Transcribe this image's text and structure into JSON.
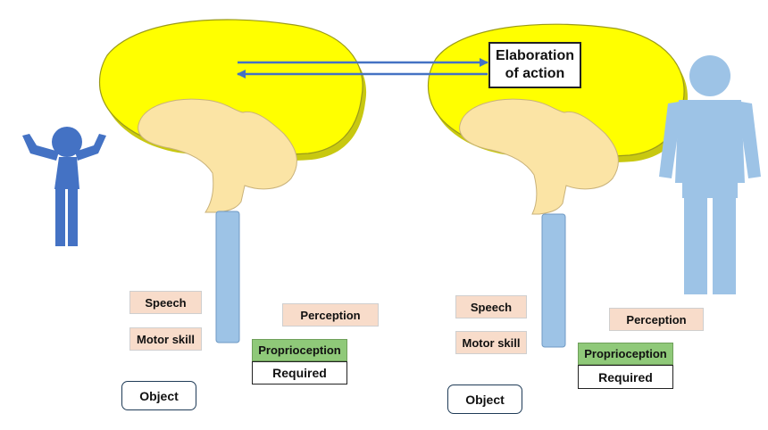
{
  "colors": {
    "cerebrum": "#ffff00",
    "cerebrum_outline": "#9a9a1a",
    "brainstem": "#fbe4a5",
    "spinal_cord": "#9dc3e6",
    "person_child": "#4472c4",
    "person_adult": "#9dc3e6",
    "arrow": "#4472c4",
    "label_fill": "#f8dcca",
    "proprioception_fill": "#8fc979"
  },
  "left": {
    "speech": "Speech",
    "motor_skill": "Motor skill",
    "perception": "Perception",
    "proprioception": "Proprioception",
    "required": "Required",
    "object": "Object"
  },
  "right": {
    "elaboration_line1": "Elaboration",
    "elaboration_line2": "of action",
    "speech": "Speech",
    "motor_skill": "Motor skill",
    "perception": "Perception",
    "proprioception": "Proprioception",
    "required": "Required",
    "object": "Object"
  },
  "icons": {
    "child": "person-arms-raised-icon",
    "adult": "person-standing-icon",
    "arrows": "bidirectional-arrow-icon"
  }
}
